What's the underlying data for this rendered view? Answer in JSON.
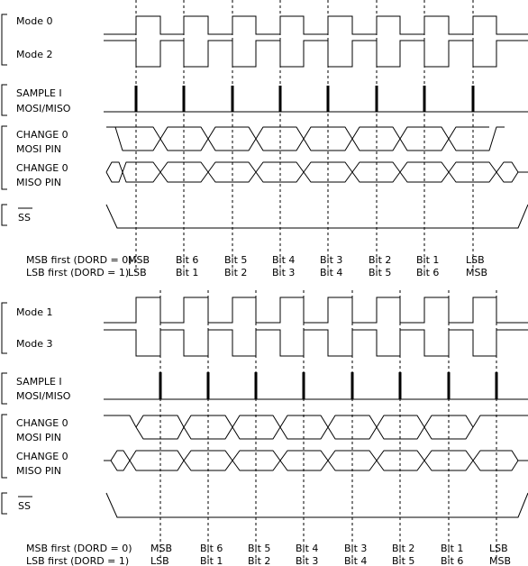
{
  "panels": [
    {
      "mode_a": "Mode 0",
      "mode_b": "Mode 2",
      "sample_line1": "SAMPLE I",
      "sample_line2": "MOSI/MISO",
      "change_mosi_line1": "CHANGE 0",
      "change_mosi_line2": "MOSI PIN",
      "change_miso_line1": "CHANGE 0",
      "change_miso_line2": "MISO PIN",
      "ss": "SS",
      "msb_first": "MSB first (DORD = 0)",
      "lsb_first": "LSB first (DORD = 1)"
    },
    {
      "mode_a": "Mode 1",
      "mode_b": "Mode 3",
      "sample_line1": "SAMPLE I",
      "sample_line2": "MOSI/MISO",
      "change_mosi_line1": "CHANGE 0",
      "change_mosi_line2": "MOSI PIN",
      "change_miso_line1": "CHANGE 0",
      "change_miso_line2": "MISO PIN",
      "ss": "SS",
      "msb_first": "MSB first (DORD = 0)",
      "lsb_first": "LSB first (DORD = 1)"
    }
  ],
  "bit_labels_msb": [
    "MSB",
    "Bit 6",
    "Bit 5",
    "Bit 4",
    "Bit 3",
    "Bit 2",
    "Bit 1",
    "LSB"
  ],
  "bit_labels_lsb": [
    "LSB",
    "Bit 1",
    "Bit 2",
    "Bit 3",
    "Bit 4",
    "Bit 5",
    "Bit 6",
    "MSB"
  ]
}
